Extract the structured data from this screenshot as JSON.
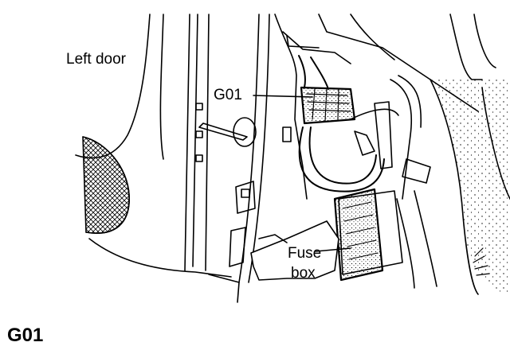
{
  "diagram": {
    "labels": {
      "left_door": "Left door",
      "connector": "G01",
      "fuse_box_line1": "Fuse",
      "fuse_box_line2": "box"
    },
    "caption": "G01",
    "colors": {
      "ink": "#000000",
      "background": "#ffffff"
    }
  }
}
